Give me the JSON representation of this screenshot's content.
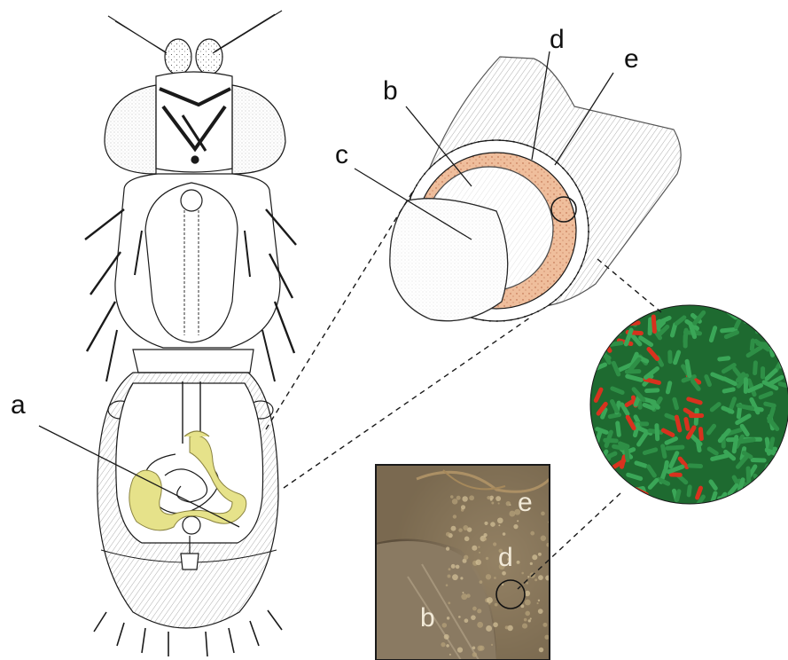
{
  "labels": {
    "a": "a",
    "b": "b",
    "c": "c",
    "d": "d",
    "e": "e"
  },
  "photo_labels": {
    "e": "e",
    "d": "d",
    "b": "b"
  },
  "colors": {
    "ink": "#1a1a1a",
    "gut_yellow": "#e6e28a",
    "epithelium_peach": "#efbe9c",
    "bacteria_green": "#2e8f46",
    "bacteria_red": "#d8321e",
    "photo_brown": "#7b6a52",
    "paper": "#ffffff"
  }
}
